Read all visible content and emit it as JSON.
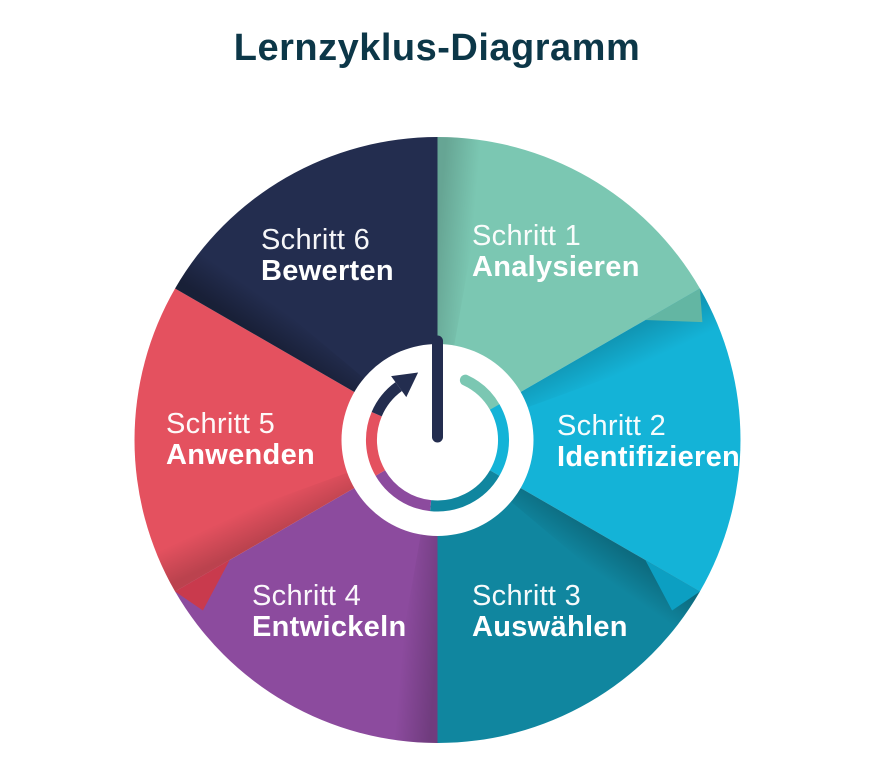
{
  "title": {
    "text": "Lernzyklus-Diagramm",
    "color": "#0c3748"
  },
  "diagram": {
    "type": "cycle-diagram",
    "center_icon": "cycle-refresh-arrow-icon",
    "segments": [
      {
        "step": "Schritt 1",
        "label": "Analysieren",
        "color": "#7bc7b2"
      },
      {
        "step": "Schritt 2",
        "label": "Identifizieren",
        "color": "#14b3d7"
      },
      {
        "step": "Schritt 3",
        "label": "Auswählen",
        "color": "#10869f"
      },
      {
        "step": "Schritt 4",
        "label": "Entwickeln",
        "color": "#8c4b9e"
      },
      {
        "step": "Schritt 5",
        "label": "Anwenden",
        "color": "#e4515f"
      },
      {
        "step": "Schritt 6",
        "label": "Bewerten",
        "color": "#232d4f"
      }
    ]
  }
}
